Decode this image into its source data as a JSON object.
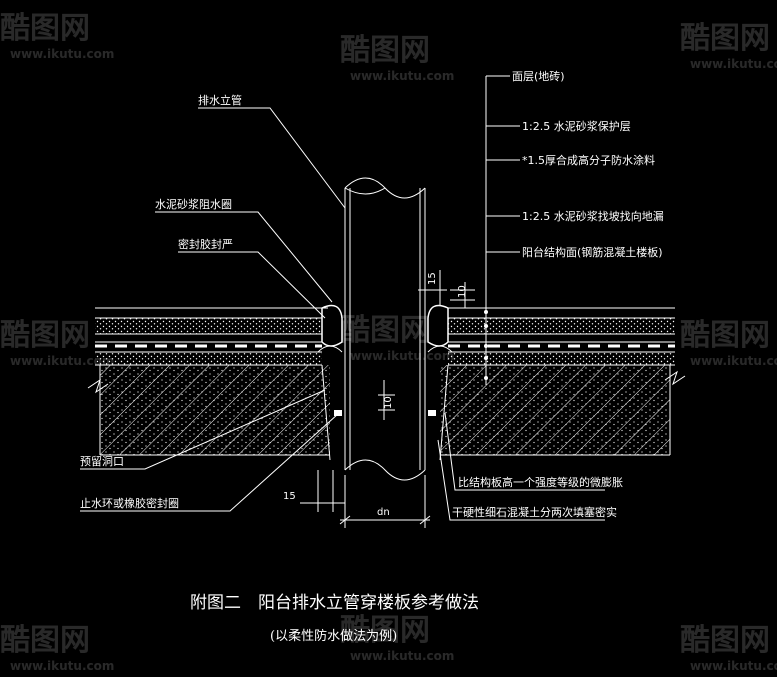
{
  "labels_left": {
    "drain_pipe": "排水立管",
    "mortar_ring": "水泥砂浆阻水圈",
    "sealant": "密封胶封严",
    "reserved_hole": "预留洞口",
    "water_stop_ring": "止水环或橡胶密封圈"
  },
  "labels_right": {
    "surface": "面层(地砖)",
    "mortar_protect": "1:2.5 水泥砂浆保护层",
    "waterproof_coat": "*1.5厚合成高分子防水涂料",
    "mortar_slope": "1:2.5 水泥砂浆找坡找向地漏",
    "structure": "阳台结构面(钢筋混凝土楼板)"
  },
  "labels_bottom": {
    "micro_expansion": "比结构板高一个强度等级的微膨胀",
    "dry_concrete": "干硬性细石混凝土分两次填塞密实"
  },
  "dimensions": {
    "d15_top": "15",
    "d10_top": "10",
    "d10_mid": "10",
    "d15_bottom": "15",
    "dn": "dn"
  },
  "title": {
    "main": "附图二　阳台排水立管穿楼板参考做法",
    "sub": "(以柔性防水做法为例)"
  },
  "watermark": {
    "brand": "酷图网",
    "url": "www.ikutu.com"
  },
  "colors": {
    "background": "#000000",
    "lines": "#ffffff"
  }
}
